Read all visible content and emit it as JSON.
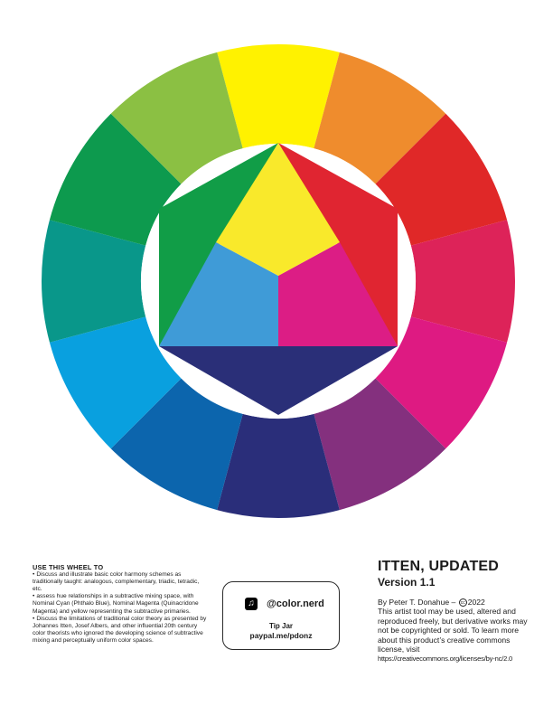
{
  "wheel": {
    "outer_ring": [
      "#fff200",
      "#ef8c2d",
      "#e02828",
      "#dd2359",
      "#de1a82",
      "#84307e",
      "#2a2e7a",
      "#0c65ad",
      "#09a0df",
      "#09978a",
      "#0d9a4e",
      "#8bc043"
    ],
    "center": {
      "yellow": "#f9e92b",
      "red": "#e02531",
      "green": "#119d47",
      "cyan": "#3f9bd7",
      "magenta": "#dc1d85",
      "blue": "#2a2f78"
    }
  },
  "usage": {
    "heading": "USE THIS WHEEL TO",
    "items": [
      "Discuss and illustrate basic color harmony schemes as traditionally taught: analogous, complementary, triadic, tetradic, etc.",
      "assess hue relationships in a subtractive mixing space, with Nominal Cyan (Phthalo Blue), Nominal Magenta (Quinacridone Magenta) and yellow representing the subtractive primaries.",
      "Discuss the limitations of traditional color theory as presented by Johannes Itten, Josef Albers, and other influential 20th century color theorists who ignored the developing science of subtractive mixing and perceptually uniform color spaces."
    ]
  },
  "tipjar": {
    "handle": "@color.nerd",
    "title": "Tip Jar",
    "link": "paypal.me/pdonz",
    "icon": "tiktok-icon"
  },
  "titleblock": {
    "title": "ITTEN, UPDATED",
    "version": "Version 1.1",
    "author": "By Peter T. Donahue – ",
    "cc_symbol": "cc",
    "year": "2022",
    "license_text": "This artist tool may be used, altered and reproduced freely, but derivative works may not be copyrighted or sold. To learn more about this product’s creative commons license, visit",
    "license_url": "https://creativecommons.org/licenses/by-nc/2.0"
  }
}
